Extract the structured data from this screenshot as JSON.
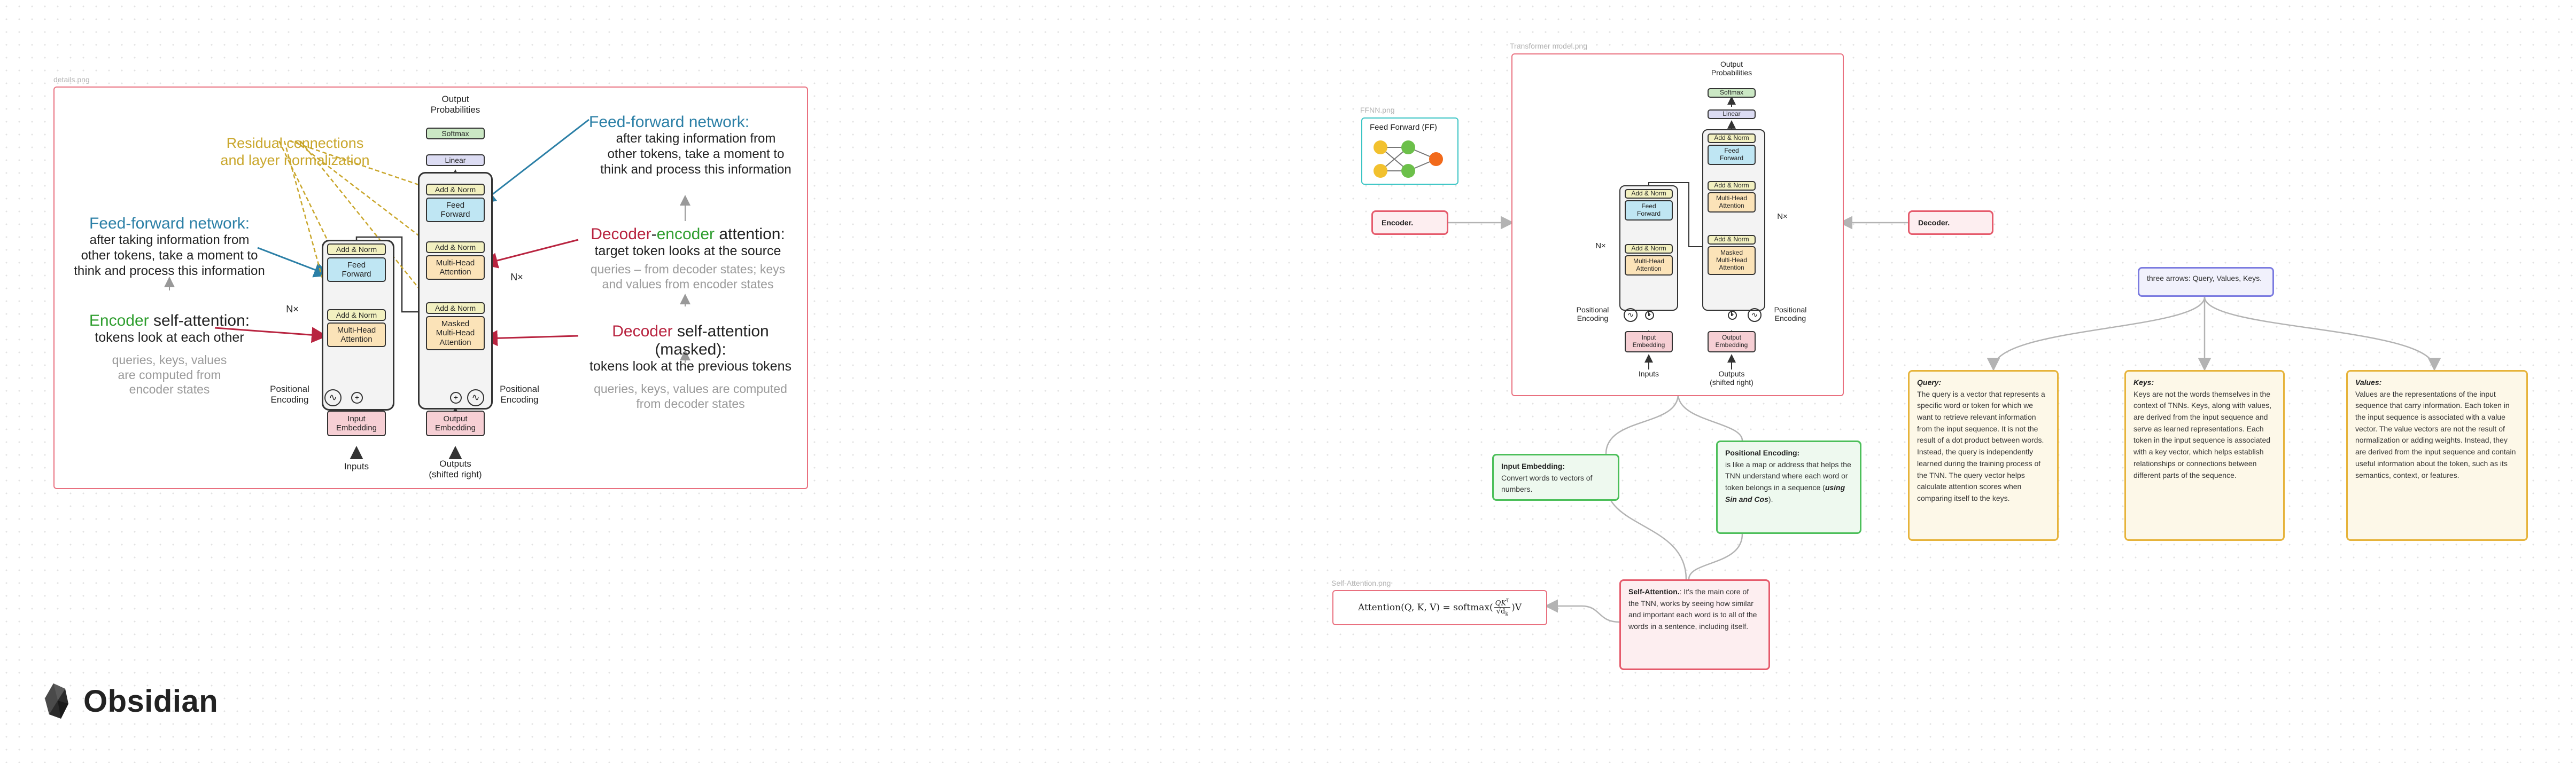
{
  "canvas": {
    "file_labels": {
      "details": "details.png",
      "transformer": "Transformer model.png",
      "ffnn": "FFNN.png",
      "self_attention": "Self-Attention.png"
    }
  },
  "details_image": {
    "output_probabilities": "Output\nProbabilities",
    "softmax": "Softmax",
    "linear": "Linear",
    "add_norm": "Add & Norm",
    "feed_forward": "Feed\nForward",
    "multi_head_attention": "Multi-Head\nAttention",
    "masked_multi_head_attention": "Masked\nMulti-Head\nAttention",
    "nx": "N×",
    "positional_encoding": "Positional\nEncoding",
    "input_embedding": "Input\nEmbedding",
    "output_embedding": "Output\nEmbedding",
    "inputs": "Inputs",
    "outputs": "Outputs\n(shifted right)",
    "residual": "Residual connections\nand layer normalization",
    "ffn_left_title": "Feed-forward network:",
    "ffn_left_body": "after taking information from\nother tokens, take a moment to\nthink and process this information",
    "ffn_right_title": "Feed-forward network:",
    "ffn_right_body": "after taking information from\nother tokens, take a moment to\nthink and process this information",
    "enc_self_a": "Encoder",
    "enc_self_b": " self-attention:",
    "enc_self_body": "tokens look at each other",
    "enc_self_gray": "queries, keys, values\nare computed from\nencoder states",
    "dec_enc_a": "Decoder",
    "dec_enc_b": "-",
    "dec_enc_c": "encoder",
    "dec_enc_d": " attention:",
    "dec_enc_body": "target token looks at the source",
    "dec_enc_gray": "queries – from decoder states; keys\nand values from encoder states",
    "dec_self_a": "Decoder",
    "dec_self_b": " self-attention (masked):",
    "dec_self_body": "tokens look at the previous tokens",
    "dec_self_gray": "queries, keys, values are computed\nfrom decoder states"
  },
  "transformer_image": {
    "output_probabilities": "Output\nProbabilities",
    "softmax": "Softmax",
    "linear": "Linear",
    "add_norm": "Add & Norm",
    "feed_forward": "Feed\nForward",
    "multi_head_attention": "Multi-Head\nAttention",
    "masked_multi_head_attention": "Masked\nMulti-Head\nAttention",
    "nx": "N×",
    "positional_encoding": "Positional\nEncoding",
    "input_embedding": "Input\nEmbedding",
    "output_embedding": "Output\nEmbedding",
    "inputs": "Inputs",
    "outputs": "Outputs\n(shifted right)"
  },
  "ffnn_image": {
    "title": "Feed Forward (FF)"
  },
  "cards": {
    "encoder": "Encoder.",
    "decoder": "Decoder.",
    "input_embedding_title": "Input Embedding:",
    "input_embedding_body": "Convert words to vectors of numbers.",
    "positional_title": "Positional Encoding:",
    "positional_body": "is like a map or address that helps the TNN understand where each word or token belongs in a sequence (",
    "positional_italic": "using Sin and Cos",
    "positional_end": ").",
    "self_attention_title": "Self-Attention.",
    "self_attention_body": ": It's the main core of the TNN, works by seeing how similar and important each word is to all of the words in a sentence, including itself.",
    "arrows": "three arrows: Query, Values, Keys.",
    "query_title": "Query:",
    "query_body": "The query is a vector that represents a specific word or token for which we want to retrieve relevant information from the input sequence. It is not the result of a dot product between words. Instead, the query is independently learned during the training process of the TNN. The query vector helps calculate attention scores when comparing itself to the keys.",
    "keys_title": "Keys:",
    "keys_body": "Keys are not the words themselves in the context of TNNs. Keys, along with values, are derived from the input sequence and serve as learned representations. Each token in the input sequence is associated with a key vector, which helps establish relationships or connections between different parts of the sequence.",
    "values_title": "Values:",
    "values_body": "Values are the representations of the input sequence that carry information. Each token in the input sequence is associated with a value vector. The value vectors are not the result of normalization or adding weights. Instead, they are derived from the input sequence and contain useful information about the token, such as its semantics, context, or features."
  },
  "formula": {
    "lhs": "Attention(Q, K, V) = softmax(",
    "num": "QK",
    "sup": "T",
    "den": "√d",
    "sub": "k",
    "rhs": ")V"
  },
  "brand": {
    "name": "Obsidian"
  },
  "colors": {
    "frame": "#e9707f",
    "encoder_green": "#3aa63a",
    "decoder_red": "#b8233f",
    "encoder_green2": "#2f9e2f",
    "ffn_blue": "#2b7fa6",
    "residual_gold": "#c9a62b",
    "gray": "#9a9a9a"
  }
}
